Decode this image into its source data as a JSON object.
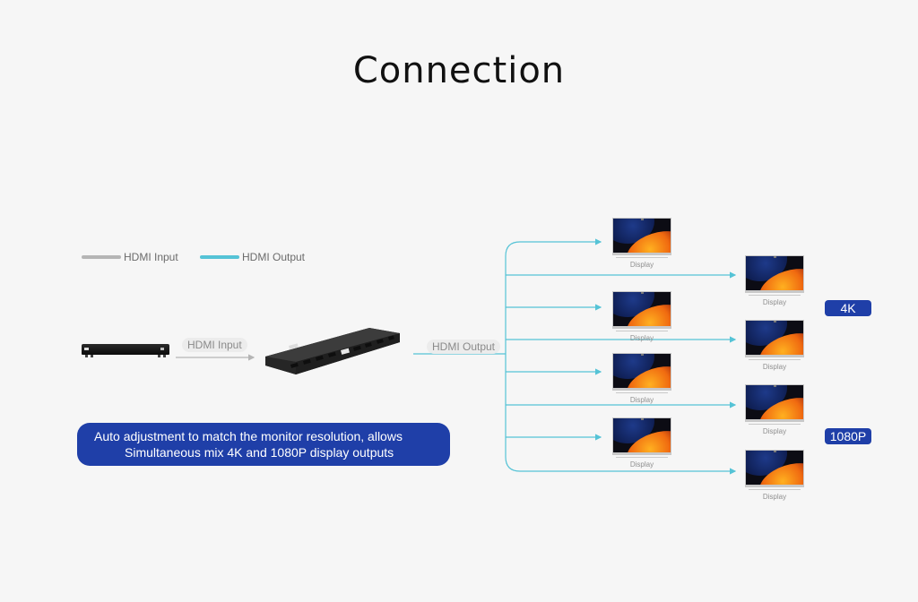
{
  "title": "Connection",
  "legend": {
    "items": [
      {
        "label": "HDMI Input",
        "color": "#b5b5b5"
      },
      {
        "label": "HDMI Output",
        "color": "#55c3d6"
      }
    ]
  },
  "source_device": {
    "name": "blu-ray-player",
    "connection_label": "HDMI Input"
  },
  "splitter": {
    "name": "hdmi-splitter",
    "output_label": "HDMI Output",
    "output_ports": 8
  },
  "displays": {
    "left_column": [
      {
        "label": "Display"
      },
      {
        "label": "Display"
      },
      {
        "label": "Display"
      },
      {
        "label": "Display"
      }
    ],
    "right_column": [
      {
        "label": "Display"
      },
      {
        "label": "Display"
      },
      {
        "label": "Display"
      },
      {
        "label": "Display"
      }
    ]
  },
  "badges": {
    "top": "4K",
    "bottom": "1080P"
  },
  "note": {
    "line1": "Auto adjustment to match the monitor resolution, allows",
    "line2": "Simultaneous mix 4K and 1080P display outputs"
  },
  "colors": {
    "background": "#f6f6f6",
    "input_line": "#b5b5b5",
    "output_line": "#55c3d6",
    "accent_blue": "#1f3fa8"
  }
}
